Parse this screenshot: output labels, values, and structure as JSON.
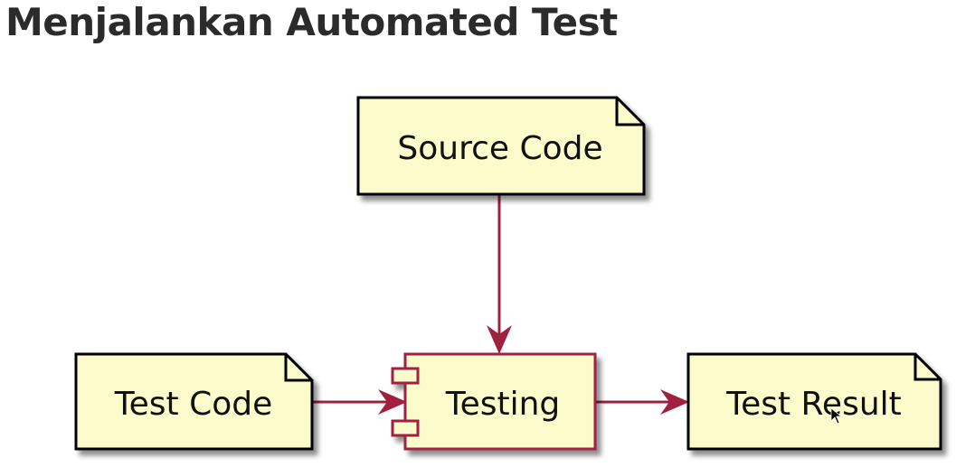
{
  "title": "Menjalankan Automated Test",
  "diagram": {
    "nodes": {
      "source_code": "Source Code",
      "test_code": "Test Code",
      "testing": "Testing",
      "test_result": "Test Result"
    },
    "edges": [
      {
        "from": "Source Code",
        "to": "Testing"
      },
      {
        "from": "Test Code",
        "to": "Testing"
      },
      {
        "from": "Testing",
        "to": "Test Result"
      }
    ]
  },
  "colors": {
    "note_fill": "#fbfbcc",
    "note_border": "#000000",
    "component_border": "#a02040",
    "arrow": "#a02040",
    "shadow": "#c8c8c8",
    "title_text": "#2b2b2b"
  }
}
